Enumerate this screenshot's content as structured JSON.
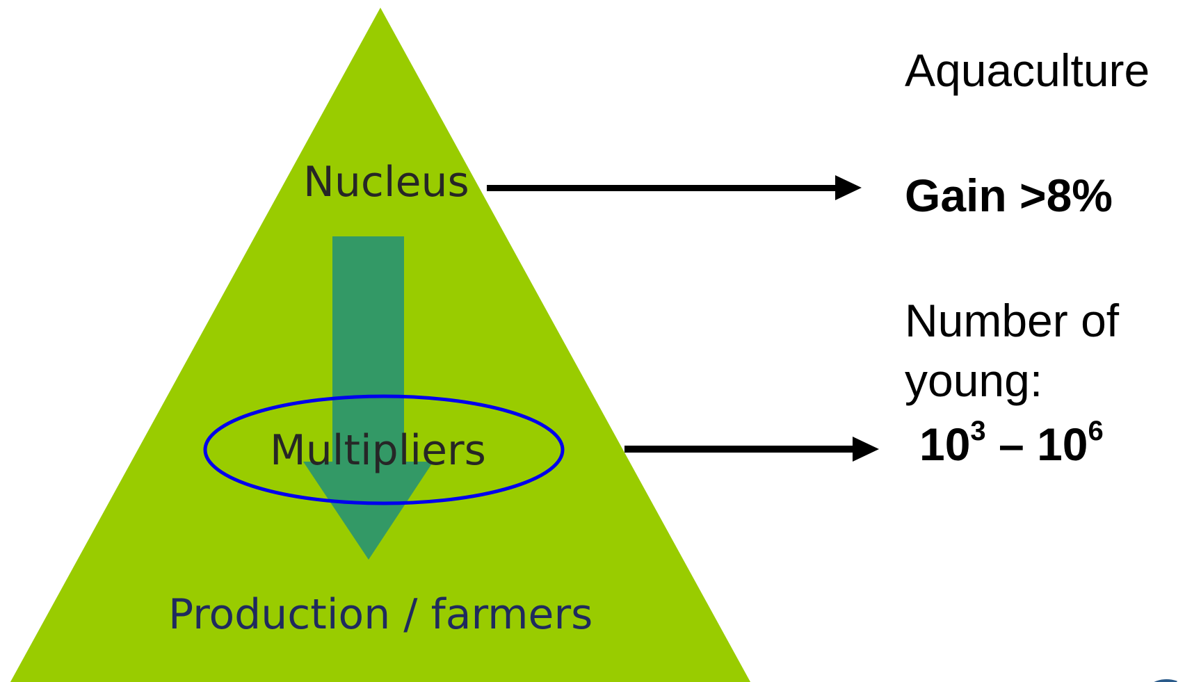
{
  "diagram": {
    "tiers": {
      "nucleus": "Nucleus",
      "multipliers": "Multipliers",
      "production": "Production / farmers"
    },
    "sector": "Aquaculture",
    "gain": "Gain >8%",
    "young": {
      "line1": "Number of",
      "line2": "young:",
      "base_low": "10",
      "exp_low": "3",
      "separator": " – ",
      "base_high": "10",
      "exp_high": "6"
    }
  },
  "colors": {
    "pyramid": "#99cc00",
    "flow_arrow": "#339966",
    "ellipse": "#0000ee",
    "connector_arrows": "#000000",
    "tier_text": "#262626",
    "production_text": "#1f2a5e"
  },
  "icons": [
    "down-flow-arrow",
    "right-arrow",
    "logo-fragment"
  ]
}
